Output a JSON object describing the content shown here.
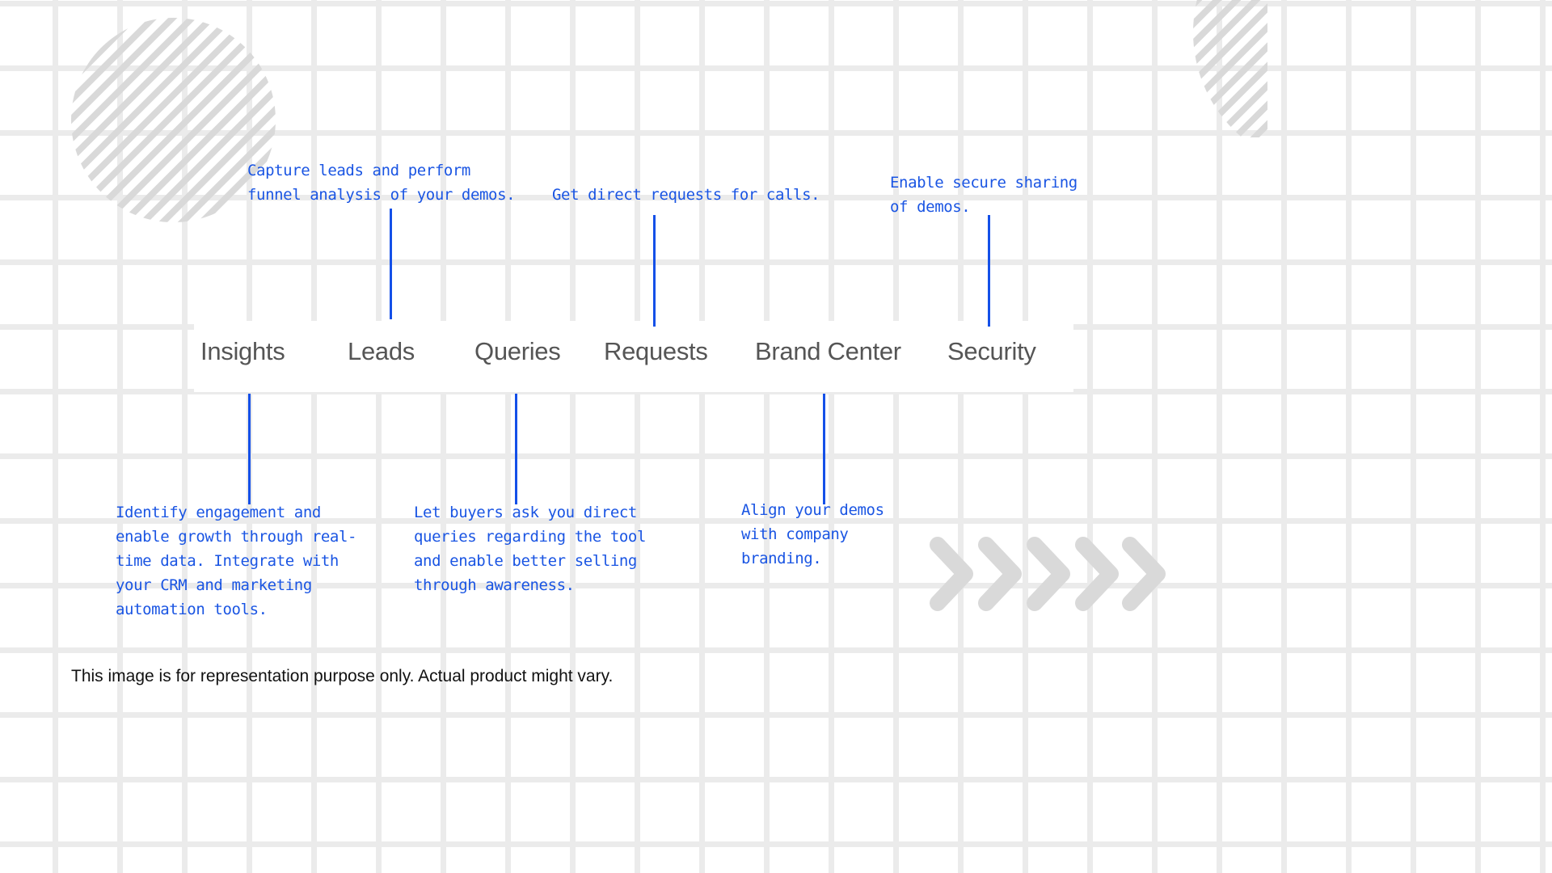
{
  "tabs": [
    {
      "label": "Insights"
    },
    {
      "label": "Leads"
    },
    {
      "label": "Queries"
    },
    {
      "label": "Requests"
    },
    {
      "label": "Brand Center"
    },
    {
      "label": "Security"
    }
  ],
  "callouts": {
    "leads": "Capture leads and perform\nfunnel analysis of your demos.",
    "requests": "Get direct requests for calls.",
    "security": "Enable secure sharing\nof demos.",
    "insights": "Identify engagement and\nenable growth through real-\ntime data. Integrate with\nyour CRM and marketing\nautomation tools.",
    "queries": "Let buyers ask you direct\nqueries regarding the tool\nand enable better selling\nthrough awareness.",
    "brand_center": "Align your demos\nwith company\nbranding."
  },
  "disclaimer": "This image is for representation purpose only. Actual product might vary.",
  "colors": {
    "accent": "#1450e8",
    "callout_text": "#1a55e3",
    "tab_text": "#555555",
    "grid": "#ebebeb",
    "decoration": "#d9d9d9"
  },
  "icons": [
    "striped-circle-decoration",
    "striped-quarter-circle-decoration",
    "chevron-arrows-decoration"
  ]
}
